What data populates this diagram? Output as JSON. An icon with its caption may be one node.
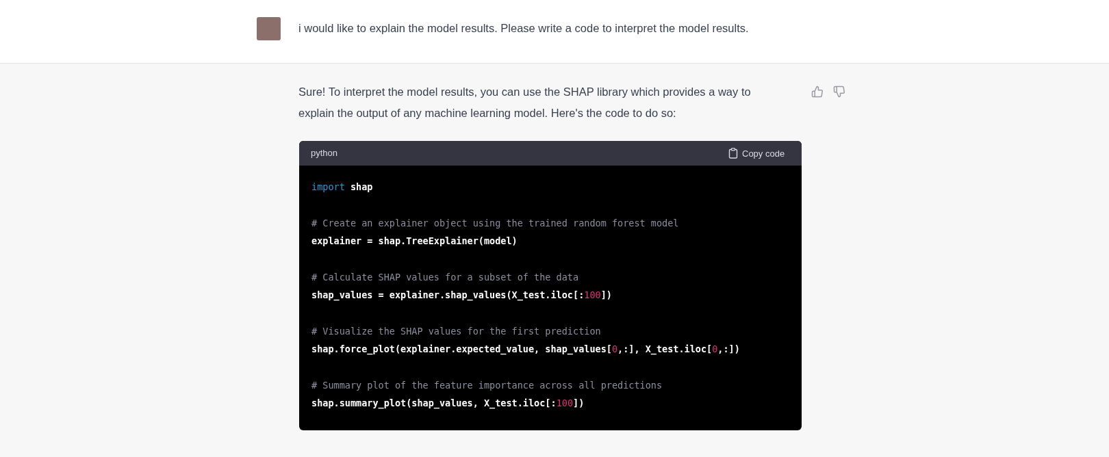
{
  "diagram": {
    "labels": [
      "i would like to explain the model results. Please write a code to interpret the model results.",
      "Sure! To interpret the model results, you can use the SHAP library which provides a way to explain the output of any machine learning model. Here's the code to do so:",
      "python",
      "Copy code",
      "import shap",
      "# Create an explainer object using the trained random forest model",
      "explainer = shap.TreeExplainer(model)",
      "# Calculate SHAP values for a subset of the data",
      "shap_values = explainer.shap_values(X_test.iloc[:100])",
      "# Visualize the SHAP values for the first prediction",
      "shap.force_plot(explainer.expected_value, shap_values[0,:], X_test.iloc[0,:])",
      "# Summary plot of the feature importance across all predictions",
      "shap.summary_plot(shap_values, X_test.iloc[:100])"
    ]
  }
}
